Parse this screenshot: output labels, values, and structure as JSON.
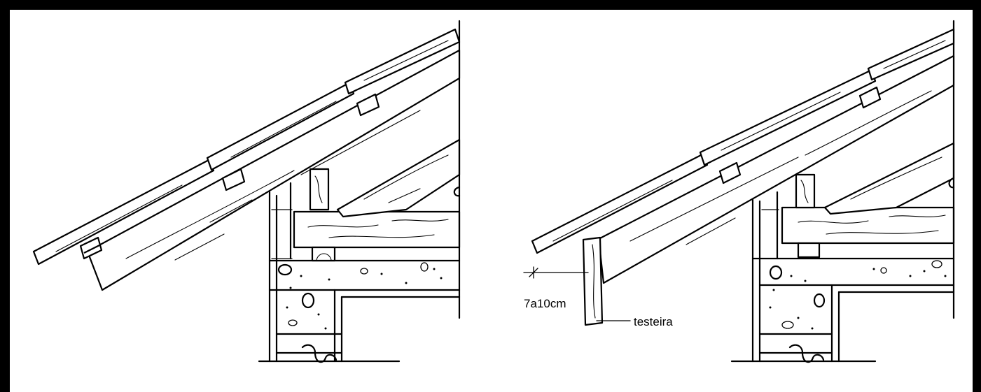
{
  "figure": {
    "panels": [
      {
        "id": "left",
        "annotations": []
      },
      {
        "id": "right",
        "annotations": [
          {
            "id": "dimension",
            "text": "7a10cm"
          },
          {
            "id": "board-label",
            "text": "testeira"
          }
        ]
      }
    ]
  },
  "colors": {
    "background": "#000000",
    "paper": "#ffffff",
    "ink": "#000000"
  }
}
